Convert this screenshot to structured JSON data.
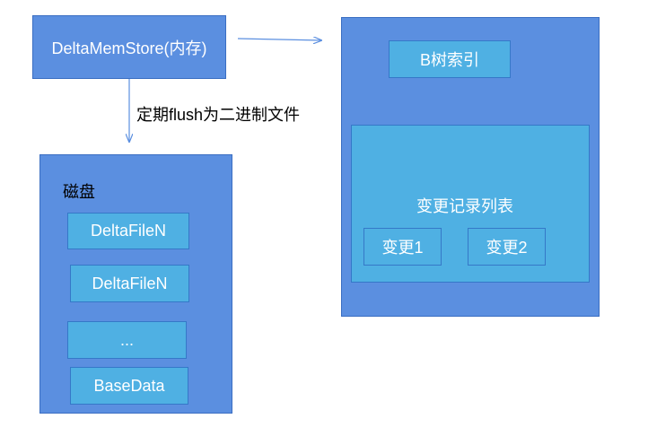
{
  "memstore": {
    "label": "DeltaMemStore(内存)"
  },
  "flush_label": "定期flush为二进制文件",
  "disk": {
    "title": "磁盘",
    "items": [
      "DeltaFileN",
      "DeltaFileN",
      "...",
      "BaseData"
    ]
  },
  "index_panel": {
    "btree_label": "B树索引",
    "change_records": {
      "title": "变更记录列表",
      "items": [
        "变更1",
        "变更2"
      ]
    }
  },
  "colors": {
    "box_fill": "#5b8fe0",
    "inner_fill": "#4fb0e3",
    "arrow": "#5b8fe0"
  }
}
